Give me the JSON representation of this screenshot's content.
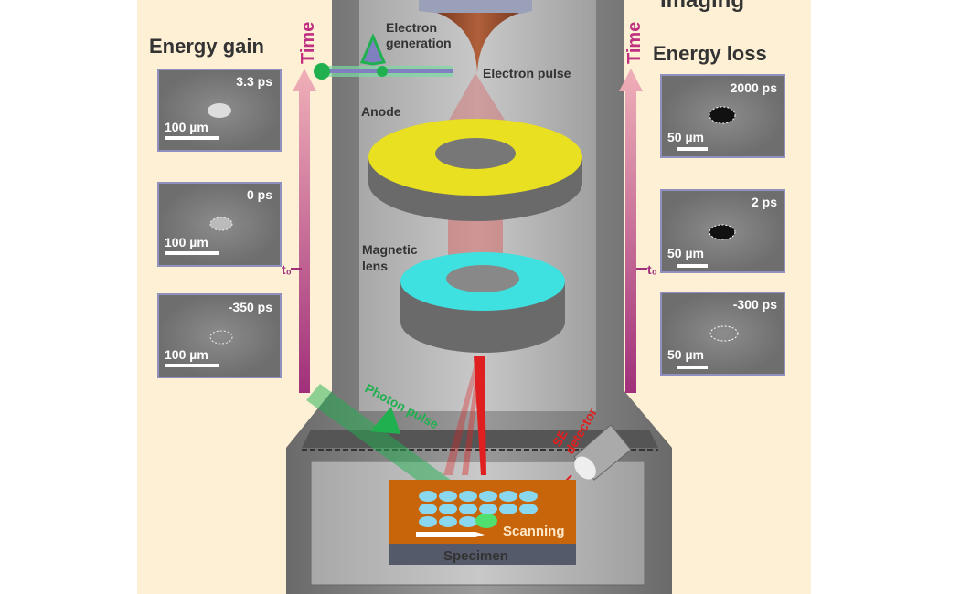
{
  "title_partial": "Imaging",
  "left": {
    "heading": "Energy gain",
    "time_label": "Time",
    "t0_label": "t₀",
    "frames": [
      {
        "time": "3.3 ps",
        "scale": "100 µm"
      },
      {
        "time": "0 ps",
        "scale": "100 µm"
      },
      {
        "time": "-350 ps",
        "scale": "100 µm"
      }
    ]
  },
  "right": {
    "heading": "Energy loss",
    "time_label": "Time",
    "t0_label": "t₀",
    "frames": [
      {
        "time": "2000 ps",
        "scale": "50 µm"
      },
      {
        "time": "2 ps",
        "scale": "50 µm"
      },
      {
        "time": "-300 ps",
        "scale": "50 µm"
      }
    ]
  },
  "labels": {
    "electron_generation": [
      "Electron",
      "generation"
    ],
    "electron_pulse": "Electron pulse",
    "anode": "Anode",
    "magnetic_lens": [
      "Magnetic",
      "lens"
    ],
    "photon_pulse": "Photon pulse",
    "se_detector": [
      "SE",
      "detector"
    ],
    "scanning": "Scanning",
    "specimen": "Specimen"
  },
  "colors": {
    "background": "#fdf0d5",
    "anode": "#e8e020",
    "lens": "#3ee0e0",
    "electron": "#e02020",
    "photon": "#20b050",
    "time_arrow": "#a0307a",
    "specimen": "#c8640a"
  }
}
